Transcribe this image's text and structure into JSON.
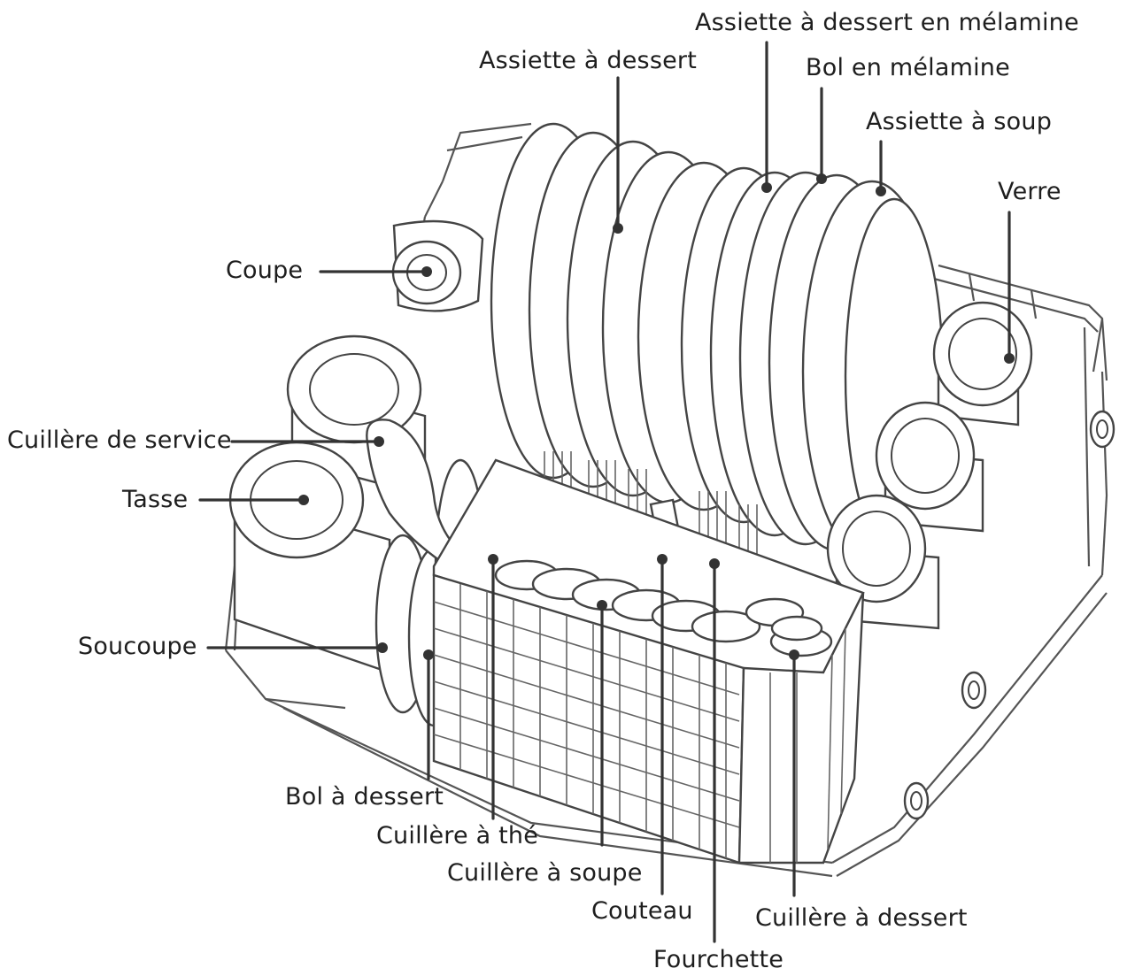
{
  "labels": {
    "assiette_dessert_melamine": "Assiette à dessert en mélamine",
    "assiette_dessert": "Assiette à dessert",
    "bol_melamine": "Bol en mélamine",
    "assiette_soup": "Assiette à soup",
    "verre": "Verre",
    "coupe": "Coupe",
    "cuillere_service": "Cuillère de service",
    "tasse": "Tasse",
    "soucoupe": "Soucoupe",
    "bol_dessert": "Bol à dessert",
    "cuillere_the": "Cuillère à thé",
    "cuillere_soupe": "Cuillère à soupe",
    "couteau": "Couteau",
    "cuillere_dessert": "Cuillère à dessert",
    "fourchette": "Fourchette"
  }
}
